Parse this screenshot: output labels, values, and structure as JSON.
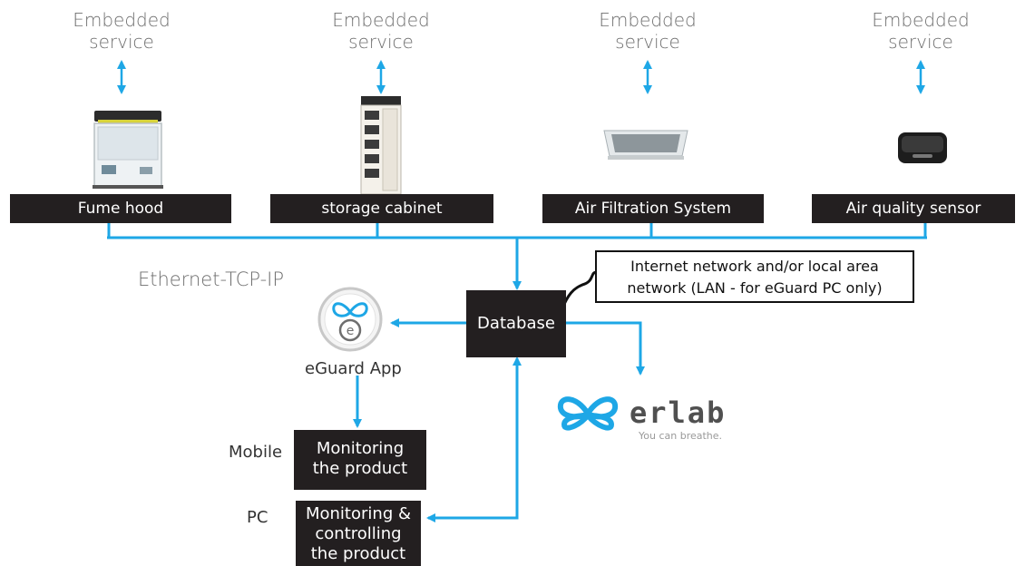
{
  "services": [
    {
      "line1": "Embedded",
      "line2": "service"
    },
    {
      "line1": "Embedded",
      "line2": "service"
    },
    {
      "line1": "Embedded",
      "line2": "service"
    },
    {
      "line1": "Embedded",
      "line2": "service"
    }
  ],
  "devices": [
    {
      "label": "Fume hood"
    },
    {
      "label": "storage cabinet"
    },
    {
      "label": "Air Filtration System"
    },
    {
      "label": "Air quality sensor"
    }
  ],
  "network": {
    "ethernet_label": "Ethernet-TCP-IP",
    "database_label": "Database",
    "internet_line1": "Internet network and/or local area",
    "internet_line2": "network (LAN - for eGuard PC only)"
  },
  "app": {
    "label": "eGuard App",
    "icon_letter": "e"
  },
  "clients": [
    {
      "device": "Mobile",
      "box_line1": "Monitoring",
      "box_line2": "the product",
      "box_line3": ""
    },
    {
      "device": "PC",
      "box_line1": "Monitoring &",
      "box_line2": "controlling",
      "box_line3": "the product"
    }
  ],
  "brand": {
    "name": "erlab",
    "tagline": "You can breathe."
  },
  "colors": {
    "accent": "#1ea7e6",
    "dark": "#231f20",
    "grey_text": "#6e6e6e"
  }
}
